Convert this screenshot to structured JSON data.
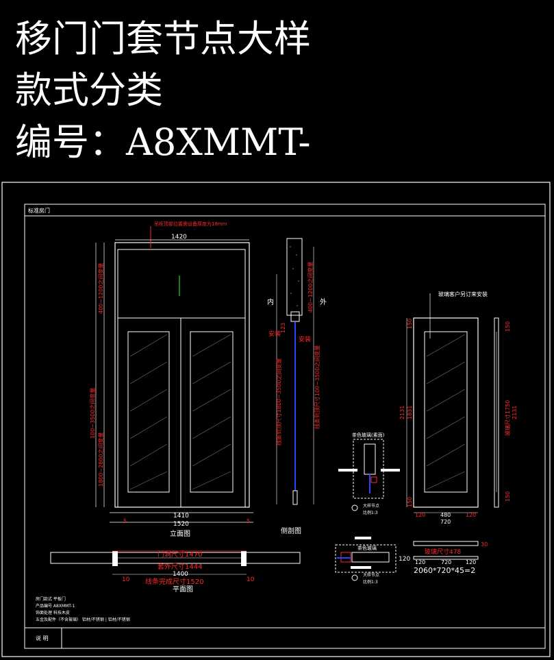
{
  "header": {
    "line1": "移门门套节点大样",
    "line2": "款式分类",
    "line3": "编号：A8XMMT-"
  },
  "sheet": {
    "title": "标准房门",
    "footer_label": "说 明"
  },
  "elevation": {
    "annotation_top": "吊柜顶部位置需设备厚度为18mm",
    "dim_top": "1420",
    "dim_left_upper": "400~1200之间变量",
    "dim_left_total": "100~3500之间变量",
    "dim_left_lower": "1800~2800之间变量",
    "dim_bottom_inner": "1410",
    "dim_bottom_outer": "1520",
    "dim_side_left": "5",
    "dim_side_right": "5",
    "label": "立面图"
  },
  "section": {
    "label_in": "内",
    "label_out": "外",
    "dim_top": "400~1200之间变量",
    "dim_small": "123",
    "install_left": "安装",
    "install_right": "安装",
    "dim_left_long": "线条到顶尺寸1800~3500之间变量",
    "dim_right_long": "线条到顶尺寸100~3500之间变量",
    "label": "侧剖图"
  },
  "plan": {
    "dim_opening": "门洞尺寸1470",
    "dim_cover": "套外尺寸1444",
    "dim_finish": "线条完成尺寸1520",
    "dim_bottom": "1400",
    "dim_left": "10",
    "dim_right": "10",
    "label": "平面图"
  },
  "nodes": {
    "node1_title": "茶色玻璃(素面)",
    "node1_label": "大样节点",
    "node1_scale": "比例1:3",
    "node2_title": "茶色玻璃",
    "node2_label": "大样节点",
    "node2_scale": "比例1:3",
    "node2_dim": "120"
  },
  "panel": {
    "annotation": "玻璃客户另订来安装",
    "dim_left_a": "150",
    "dim_left_b": "2131",
    "dim_left_c": "1831",
    "dim_left_d": "150",
    "dim_right_a": "150",
    "dim_right_b": "玻璃尺寸1750",
    "dim_right_c": "2131",
    "dim_right_d": "150",
    "dim_bottom_a": "120",
    "dim_bottom_b": "480",
    "dim_bottom_c": "120",
    "dim_bottom_total": "720",
    "glass_dim": "玻璃尺寸478",
    "glass_dim_left": "120",
    "glass_dim_right": "120",
    "glass_total": "720",
    "glass_side": "30",
    "spec": "2060*720*45=2"
  },
  "notes": {
    "line1": "房门款式  平板门",
    "line2": "产品编号  A8XMMT-1",
    "line3": "饰面处理  科技木皮",
    "line4": "五金及配件（不含玻璃）  铝材/不锈钢  |  铝材/不锈钢"
  },
  "colors": {
    "background": "#000000",
    "line": "#ffffff",
    "dimension": "#ff2a2a",
    "accent_blue": "#2a44ff",
    "accent_green": "#22dd22"
  }
}
